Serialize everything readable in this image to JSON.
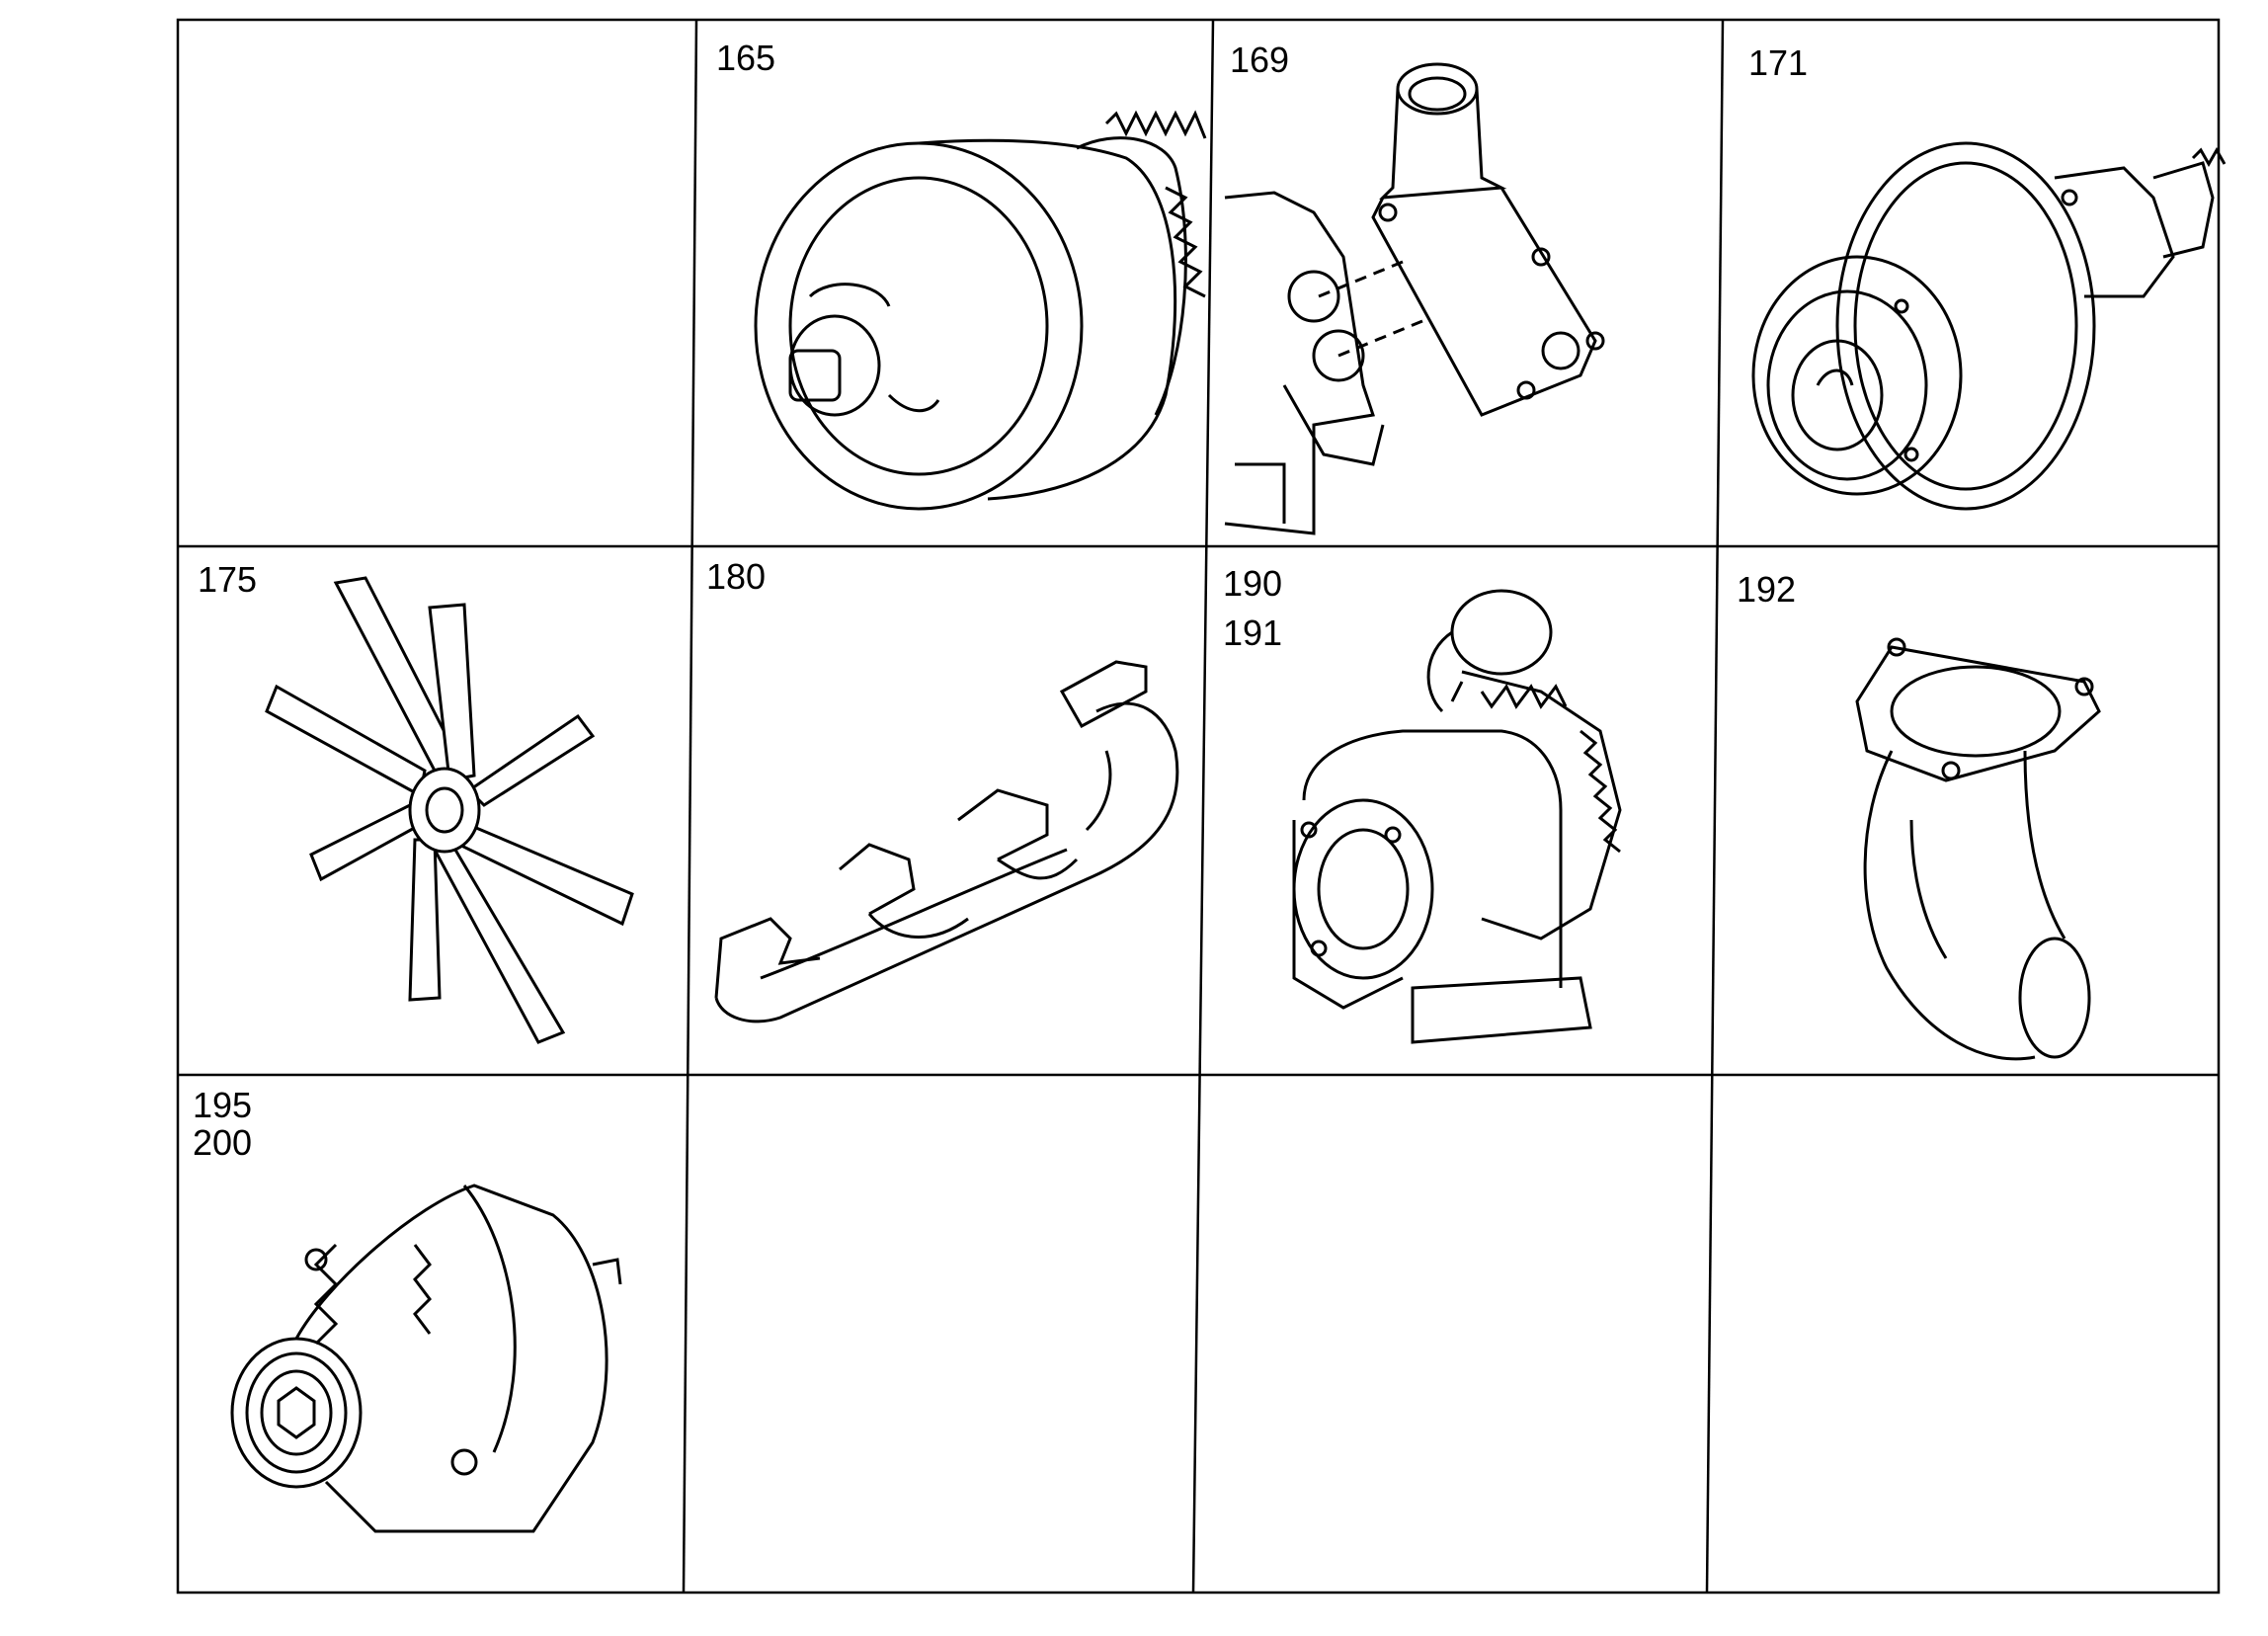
{
  "catalog": {
    "cells": [
      {
        "id": "empty-1",
        "numbers": []
      },
      {
        "id": "water-pump",
        "numbers": [
          "165"
        ]
      },
      {
        "id": "pump-housing",
        "numbers": [
          "169"
        ]
      },
      {
        "id": "pump-pulley",
        "numbers": [
          "171"
        ]
      },
      {
        "id": "fan",
        "numbers": [
          "175"
        ]
      },
      {
        "id": "exhaust-manifold",
        "numbers": [
          "180"
        ]
      },
      {
        "id": "turbocharger",
        "numbers": [
          "190",
          "191"
        ]
      },
      {
        "id": "elbow-pipe",
        "numbers": [
          "192"
        ]
      },
      {
        "id": "alternator",
        "numbers": [
          "195",
          "200"
        ]
      },
      {
        "id": "empty-10",
        "numbers": []
      },
      {
        "id": "empty-11",
        "numbers": []
      },
      {
        "id": "empty-12",
        "numbers": []
      }
    ],
    "line_color": "#000000",
    "paper_color": "#ffffff"
  }
}
